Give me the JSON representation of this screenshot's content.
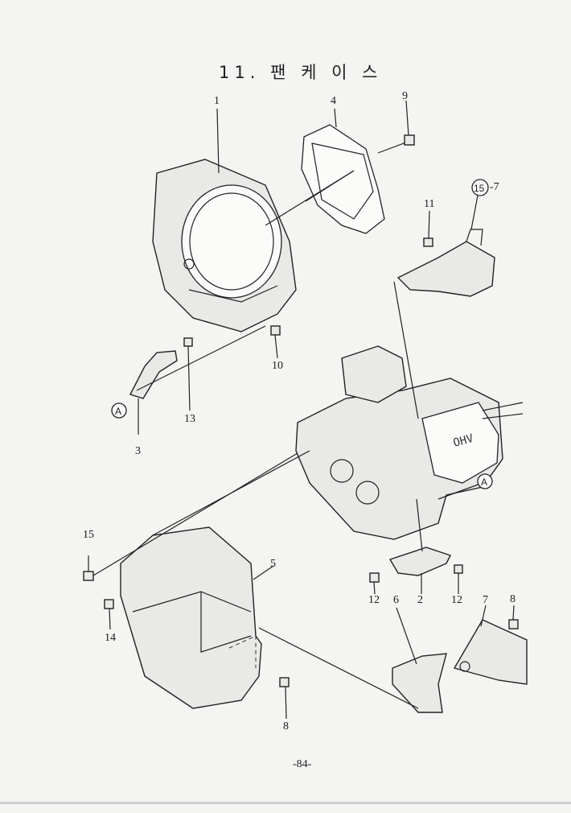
{
  "title": "11. 팬 케 이 스",
  "page_number": "-84-",
  "ref_marker": "A",
  "group_ref": "15",
  "callouts": {
    "c1": "1",
    "c4": "4",
    "c9": "9",
    "c15_7_suffix": "-7",
    "c11": "11",
    "c10": "10",
    "c13": "13",
    "c3": "3",
    "c15": "15",
    "c5": "5",
    "c14": "14",
    "c8a": "8",
    "c12a": "12",
    "c6": "6",
    "c2": "2",
    "c12b": "12",
    "c7": "7",
    "c8b": "8"
  }
}
